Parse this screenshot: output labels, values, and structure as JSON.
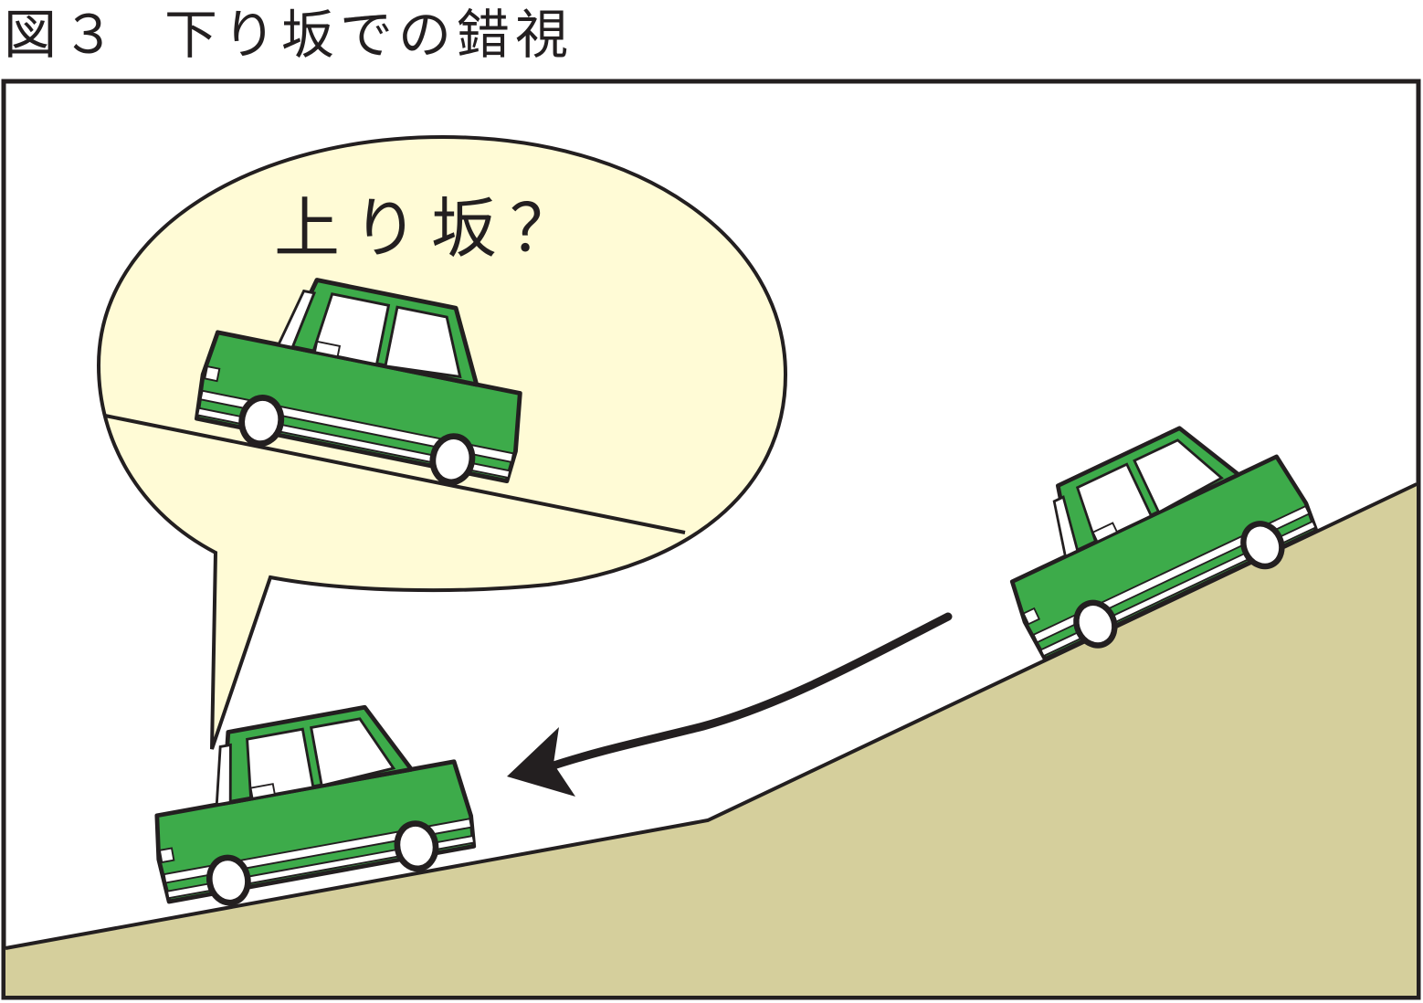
{
  "figure": {
    "label": "図３",
    "caption": "下り坂での錯視"
  },
  "bubble": {
    "text": "上り坂？",
    "fill": "#fffbd6"
  },
  "colors": {
    "car_body": "#3dab4a",
    "ground": "#d5cf9c",
    "outline": "#231f20",
    "background": "#ffffff"
  },
  "scene": {
    "cars": [
      {
        "id": "car-in-bubble",
        "description": "car shown on an apparent uphill slope inside thought bubble"
      },
      {
        "id": "car-upper-right",
        "description": "car on steep slope, start position"
      },
      {
        "id": "car-lower-left",
        "description": "car on gentler slope, end position"
      }
    ],
    "arrow": {
      "direction": "from upper-right car toward lower-left car"
    }
  }
}
